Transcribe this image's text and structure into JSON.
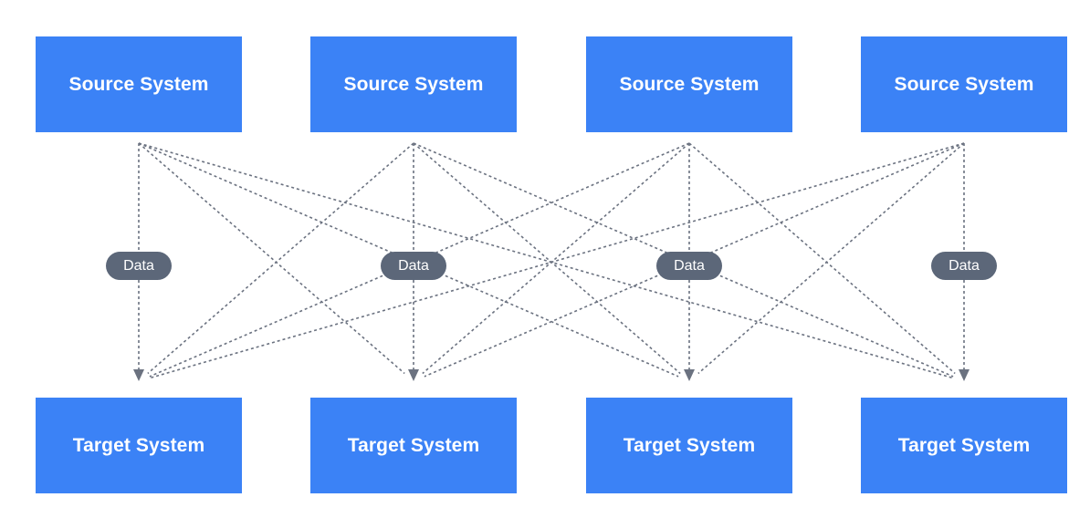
{
  "colors": {
    "box": "#3b82f6",
    "connector": "#6b7280",
    "pill": "#5c6779",
    "text": "#ffffff"
  },
  "sources": [
    {
      "label": "Source System"
    },
    {
      "label": "Source System"
    },
    {
      "label": "Source System"
    },
    {
      "label": "Source System"
    }
  ],
  "targets": [
    {
      "label": "Target System"
    },
    {
      "label": "Target System"
    },
    {
      "label": "Target System"
    },
    {
      "label": "Target System"
    }
  ],
  "data_labels": [
    "Data",
    "Data",
    "Data",
    "Data"
  ],
  "connections": "all-to-all",
  "connector_style": "dotted-arrow"
}
